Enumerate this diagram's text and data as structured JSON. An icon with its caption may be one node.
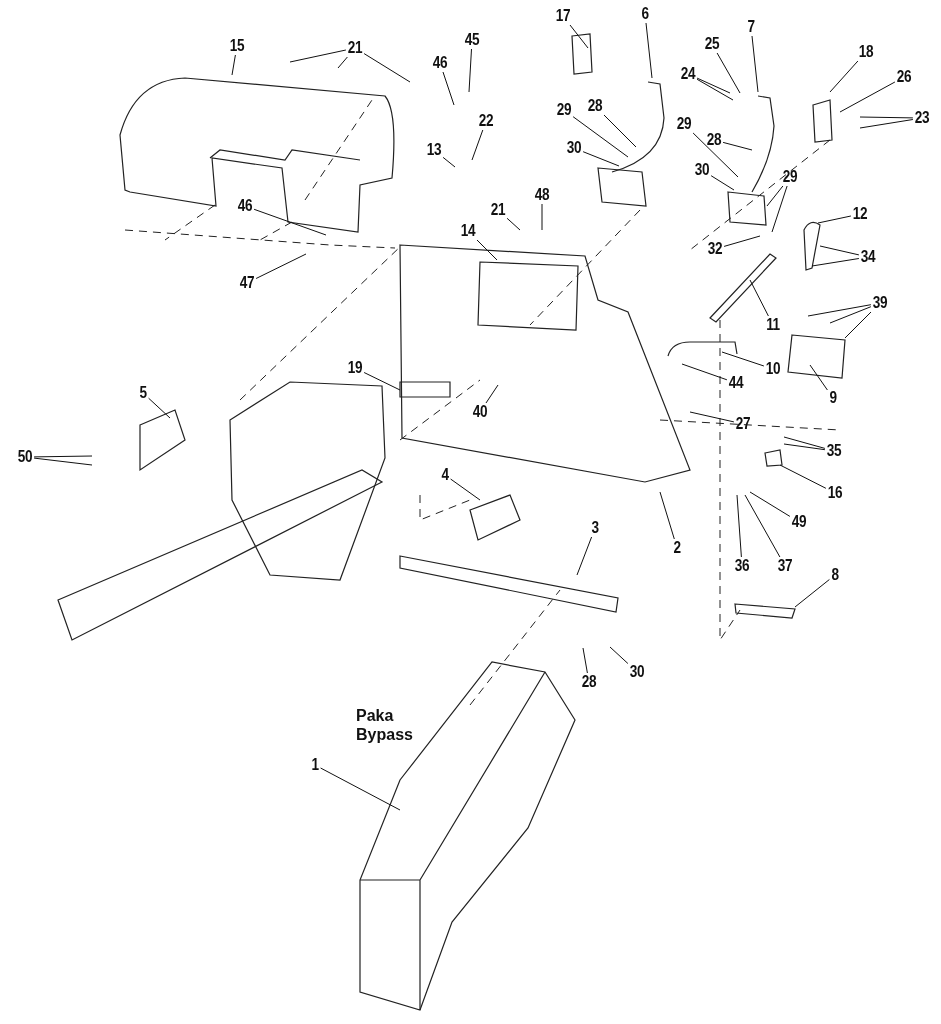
{
  "diagram": {
    "nodes": [
      {
        "text": [
          "6"
        ]
      },
      {
        "text": [
          "17"
        ]
      },
      {
        "text": [
          "7"
        ]
      },
      {
        "text": [
          "45"
        ]
      },
      {
        "text": [
          "21"
        ]
      },
      {
        "text": [
          "15"
        ]
      },
      {
        "text": [
          "25"
        ]
      },
      {
        "text": [
          "18"
        ]
      },
      {
        "text": [
          "46"
        ]
      },
      {
        "text": [
          "24"
        ]
      },
      {
        "text": [
          "26"
        ]
      },
      {
        "text": [
          "28"
        ]
      },
      {
        "text": [
          "29"
        ]
      },
      {
        "text": [
          "23"
        ]
      },
      {
        "text": [
          "22"
        ]
      },
      {
        "text": [
          "29"
        ]
      },
      {
        "text": [
          "28"
        ]
      },
      {
        "text": [
          "30"
        ]
      },
      {
        "text": [
          "13"
        ]
      },
      {
        "text": [
          "30"
        ]
      },
      {
        "text": [
          "29"
        ]
      },
      {
        "text": [
          "48"
        ]
      },
      {
        "text": [
          "12"
        ]
      },
      {
        "text": [
          "46"
        ]
      },
      {
        "text": [
          "21"
        ]
      },
      {
        "text": [
          "14"
        ]
      },
      {
        "text": [
          "32"
        ]
      },
      {
        "text": [
          "34"
        ]
      },
      {
        "text": [
          "47"
        ]
      },
      {
        "text": [
          "39"
        ]
      },
      {
        "text": [
          "11"
        ]
      },
      {
        "text": [
          "10"
        ]
      },
      {
        "text": [
          "19"
        ]
      },
      {
        "text": [
          "44"
        ]
      },
      {
        "text": [
          "5"
        ]
      },
      {
        "text": [
          "9"
        ]
      },
      {
        "text": [
          "40"
        ]
      },
      {
        "text": [
          "27"
        ]
      },
      {
        "text": [
          "35"
        ]
      },
      {
        "text": [
          "50"
        ]
      },
      {
        "text": [
          "4"
        ]
      },
      {
        "text": [
          "16"
        ]
      },
      {
        "text": [
          "49"
        ]
      },
      {
        "text": [
          "3"
        ]
      },
      {
        "text": [
          "2"
        ]
      },
      {
        "text": [
          "36"
        ]
      },
      {
        "text": [
          "37"
        ]
      },
      {
        "text": [
          "8"
        ]
      },
      {
        "text": [
          "30"
        ]
      },
      {
        "text": [
          "28"
        ]
      },
      {
        "text": [
          "1"
        ]
      }
    ],
    "edges": [
      {
        "from": 0,
        "to": null,
        "arrow": "none"
      },
      {
        "from": 1,
        "to": null,
        "arrow": "none"
      },
      {
        "from": 2,
        "to": null,
        "arrow": "none"
      },
      {
        "from": 3,
        "to": null,
        "arrow": "none"
      },
      {
        "from": 4,
        "to": null,
        "arrow": "none"
      },
      {
        "from": 4,
        "to": null,
        "arrow": "none"
      },
      {
        "from": 4,
        "to": null,
        "arrow": "none"
      },
      {
        "from": 5,
        "to": null,
        "arrow": "none"
      },
      {
        "from": 6,
        "to": null,
        "arrow": "none"
      },
      {
        "from": 7,
        "to": null,
        "arrow": "none"
      },
      {
        "from": 8,
        "to": null,
        "arrow": "none"
      },
      {
        "from": 9,
        "to": null,
        "arrow": "none"
      },
      {
        "from": 9,
        "to": null,
        "arrow": "none"
      },
      {
        "from": 10,
        "to": null,
        "arrow": "none"
      },
      {
        "from": 11,
        "to": null,
        "arrow": "none"
      },
      {
        "from": 12,
        "to": null,
        "arrow": "none"
      },
      {
        "from": 13,
        "to": null,
        "arrow": "none"
      },
      {
        "from": 13,
        "to": null,
        "arrow": "none"
      },
      {
        "from": 14,
        "to": null,
        "arrow": "none"
      },
      {
        "from": 15,
        "to": null,
        "arrow": "none"
      },
      {
        "from": 16,
        "to": null,
        "arrow": "none"
      },
      {
        "from": 17,
        "to": null,
        "arrow": "none"
      },
      {
        "from": 18,
        "to": null,
        "arrow": "none"
      },
      {
        "from": 19,
        "to": null,
        "arrow": "none"
      },
      {
        "from": 20,
        "to": null,
        "arrow": "none"
      },
      {
        "from": 20,
        "to": null,
        "arrow": "none"
      },
      {
        "from": 21,
        "to": null,
        "arrow": "none"
      },
      {
        "from": 22,
        "to": null,
        "arrow": "none"
      },
      {
        "from": 23,
        "to": null,
        "arrow": "none"
      },
      {
        "from": 24,
        "to": null,
        "arrow": "none"
      },
      {
        "from": 25,
        "to": null,
        "arrow": "none"
      },
      {
        "from": 26,
        "to": null,
        "arrow": "none"
      },
      {
        "from": 27,
        "to": null,
        "arrow": "none"
      },
      {
        "from": 27,
        "to": null,
        "arrow": "none"
      },
      {
        "from": 28,
        "to": null,
        "arrow": "none"
      },
      {
        "from": 29,
        "to": null,
        "arrow": "none"
      },
      {
        "from": 29,
        "to": null,
        "arrow": "none"
      },
      {
        "from": 29,
        "to": null,
        "arrow": "none"
      },
      {
        "from": 30,
        "to": null,
        "arrow": "none"
      },
      {
        "from": 31,
        "to": null,
        "arrow": "none"
      },
      {
        "from": 32,
        "to": null,
        "arrow": "none"
      },
      {
        "from": 33,
        "to": null,
        "arrow": "none"
      },
      {
        "from": 34,
        "to": null,
        "arrow": "none"
      },
      {
        "from": 35,
        "to": null,
        "arrow": "none"
      },
      {
        "from": 36,
        "to": null,
        "arrow": "none"
      },
      {
        "from": 37,
        "to": null,
        "arrow": "none"
      },
      {
        "from": 38,
        "to": null,
        "arrow": "none"
      },
      {
        "from": 38,
        "to": null,
        "arrow": "none"
      },
      {
        "from": 39,
        "to": null,
        "arrow": "none"
      },
      {
        "from": 39,
        "to": null,
        "arrow": "none"
      },
      {
        "from": 40,
        "to": null,
        "arrow": "none"
      },
      {
        "from": 41,
        "to": null,
        "arrow": "none"
      },
      {
        "from": 42,
        "to": null,
        "arrow": "none"
      },
      {
        "from": 43,
        "to": null,
        "arrow": "none"
      },
      {
        "from": 44,
        "to": null,
        "arrow": "none"
      },
      {
        "from": 45,
        "to": null,
        "arrow": "none"
      },
      {
        "from": 46,
        "to": null,
        "arrow": "none"
      },
      {
        "from": 47,
        "to": null,
        "arrow": "none"
      },
      {
        "from": 48,
        "to": null,
        "arrow": "none"
      },
      {
        "from": 49,
        "to": null,
        "arrow": "none"
      },
      {
        "from": 50,
        "to": null,
        "arrow": "none"
      }
    ],
    "labels": [
      "Paka Bypass"
    ]
  }
}
